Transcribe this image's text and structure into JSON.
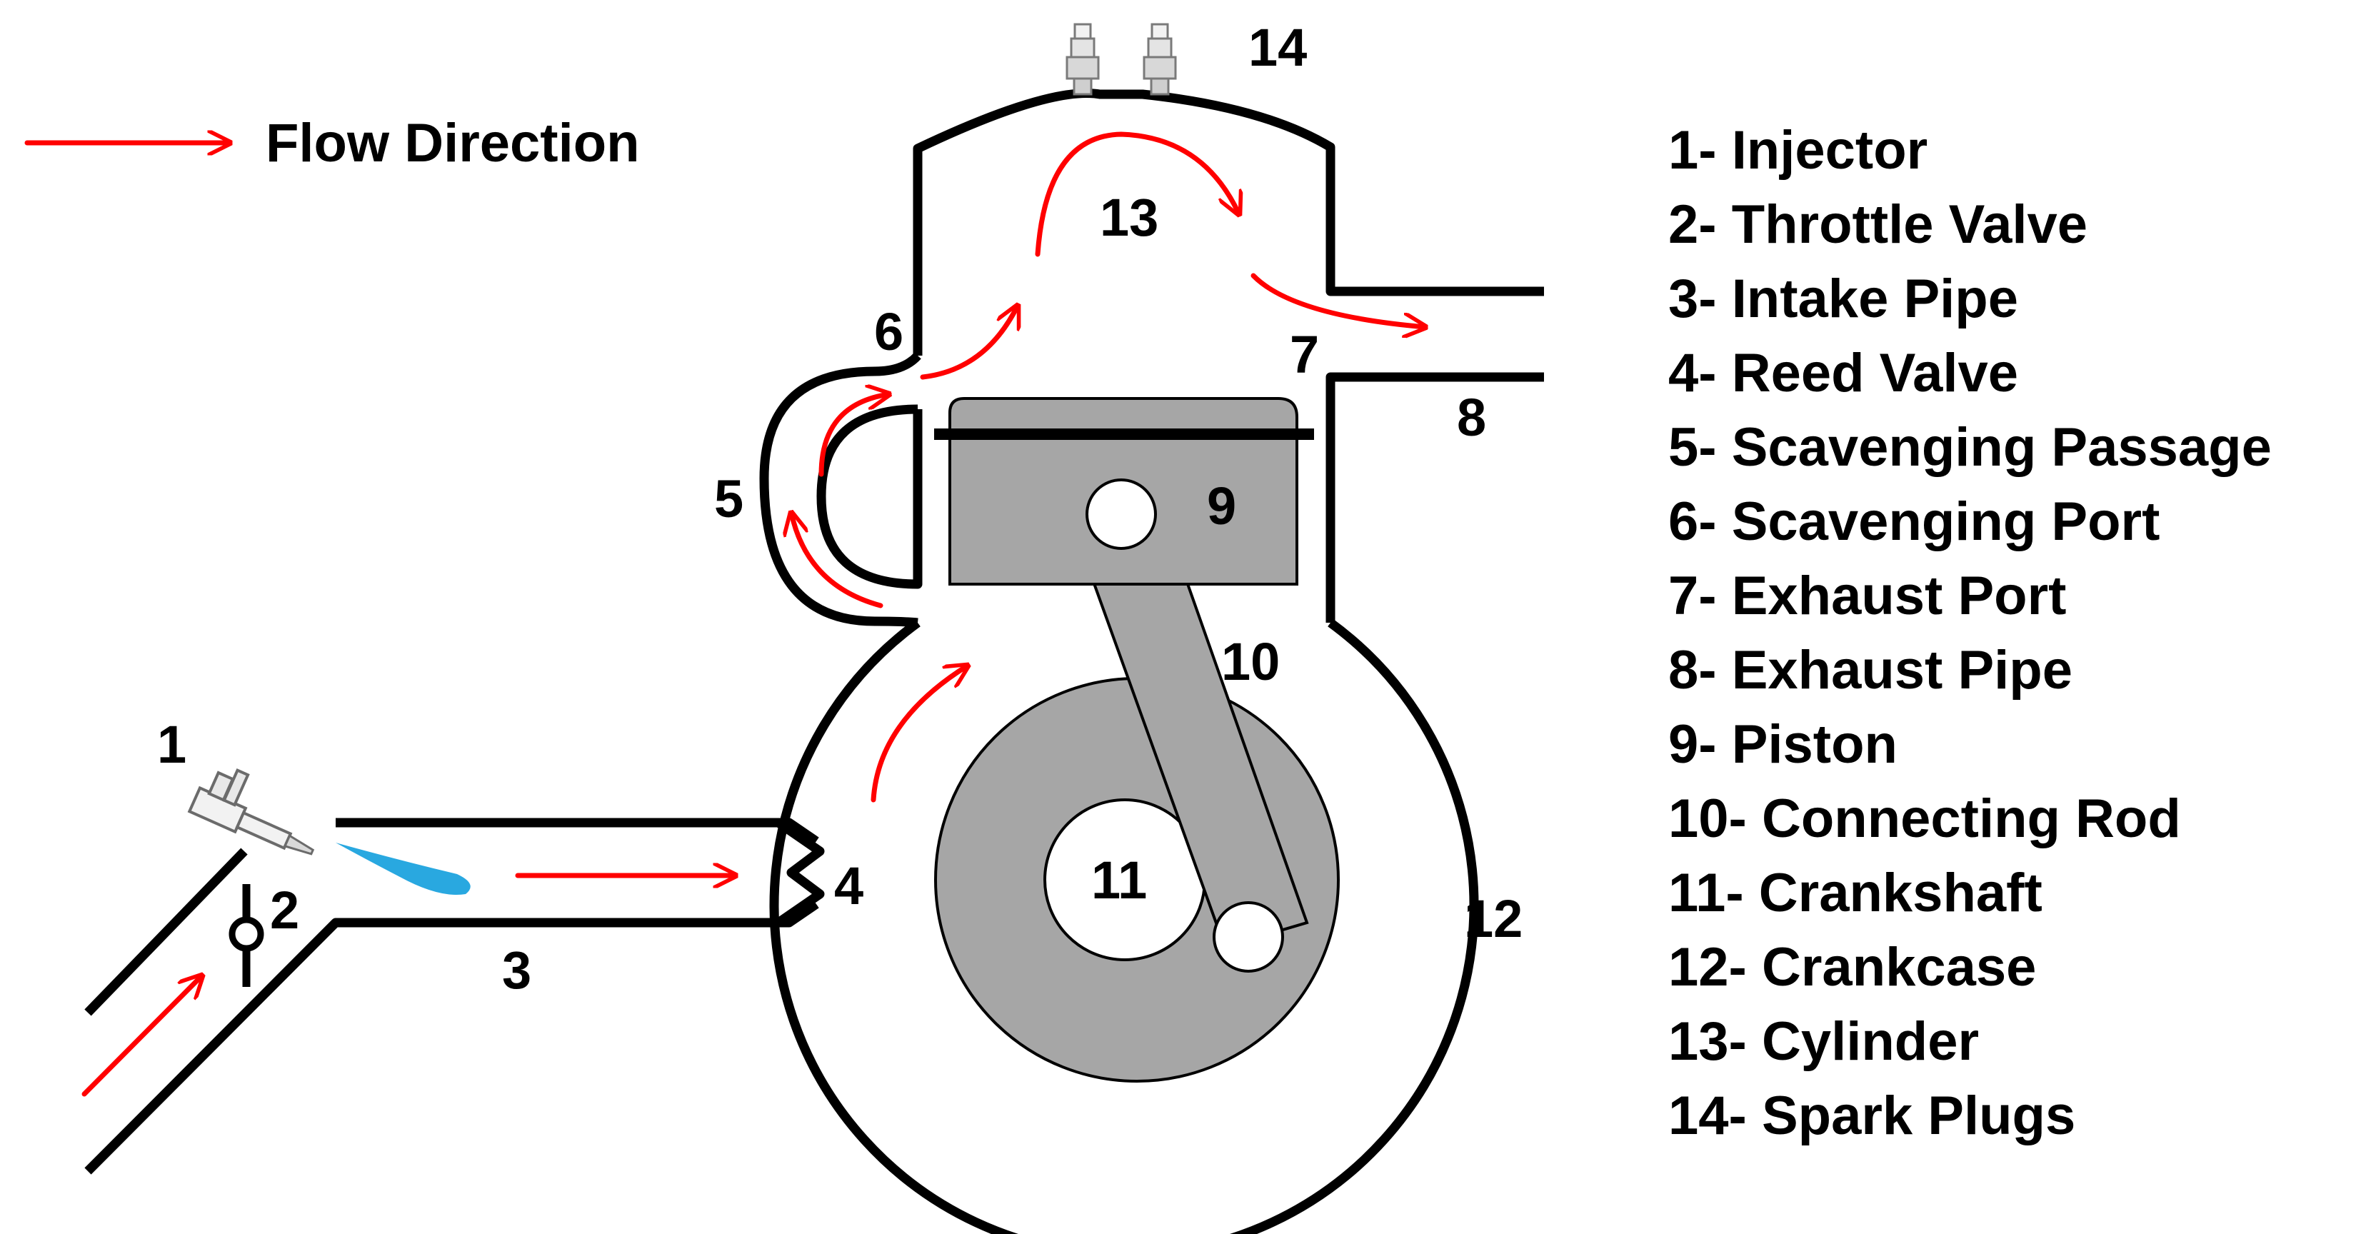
{
  "legend": {
    "flow_label": "Flow Direction",
    "colors": {
      "flow_arrow": "#ff0000",
      "part_fill": "#a6a6a6",
      "fuel_spray": "#29a8e0",
      "outline": "#000000"
    }
  },
  "callouts": {
    "n1": "1",
    "n2": "2",
    "n3": "3",
    "n4": "4",
    "n5": "5",
    "n6": "6",
    "n7": "7",
    "n8": "8",
    "n9": "9",
    "n10": "10",
    "n11": "11",
    "n12": "12",
    "n13": "13",
    "n14": "14"
  },
  "parts": [
    "1- Injector",
    "2- Throttle Valve",
    "3- Intake Pipe",
    "4- Reed Valve",
    "5- Scavenging Passage",
    "6- Scavenging Port",
    "7- Exhaust Port",
    "8- Exhaust Pipe",
    "9- Piston",
    "10- Connecting Rod",
    "11- Crankshaft",
    "12- Crankcase",
    "13- Cylinder",
    "14- Spark Plugs"
  ]
}
